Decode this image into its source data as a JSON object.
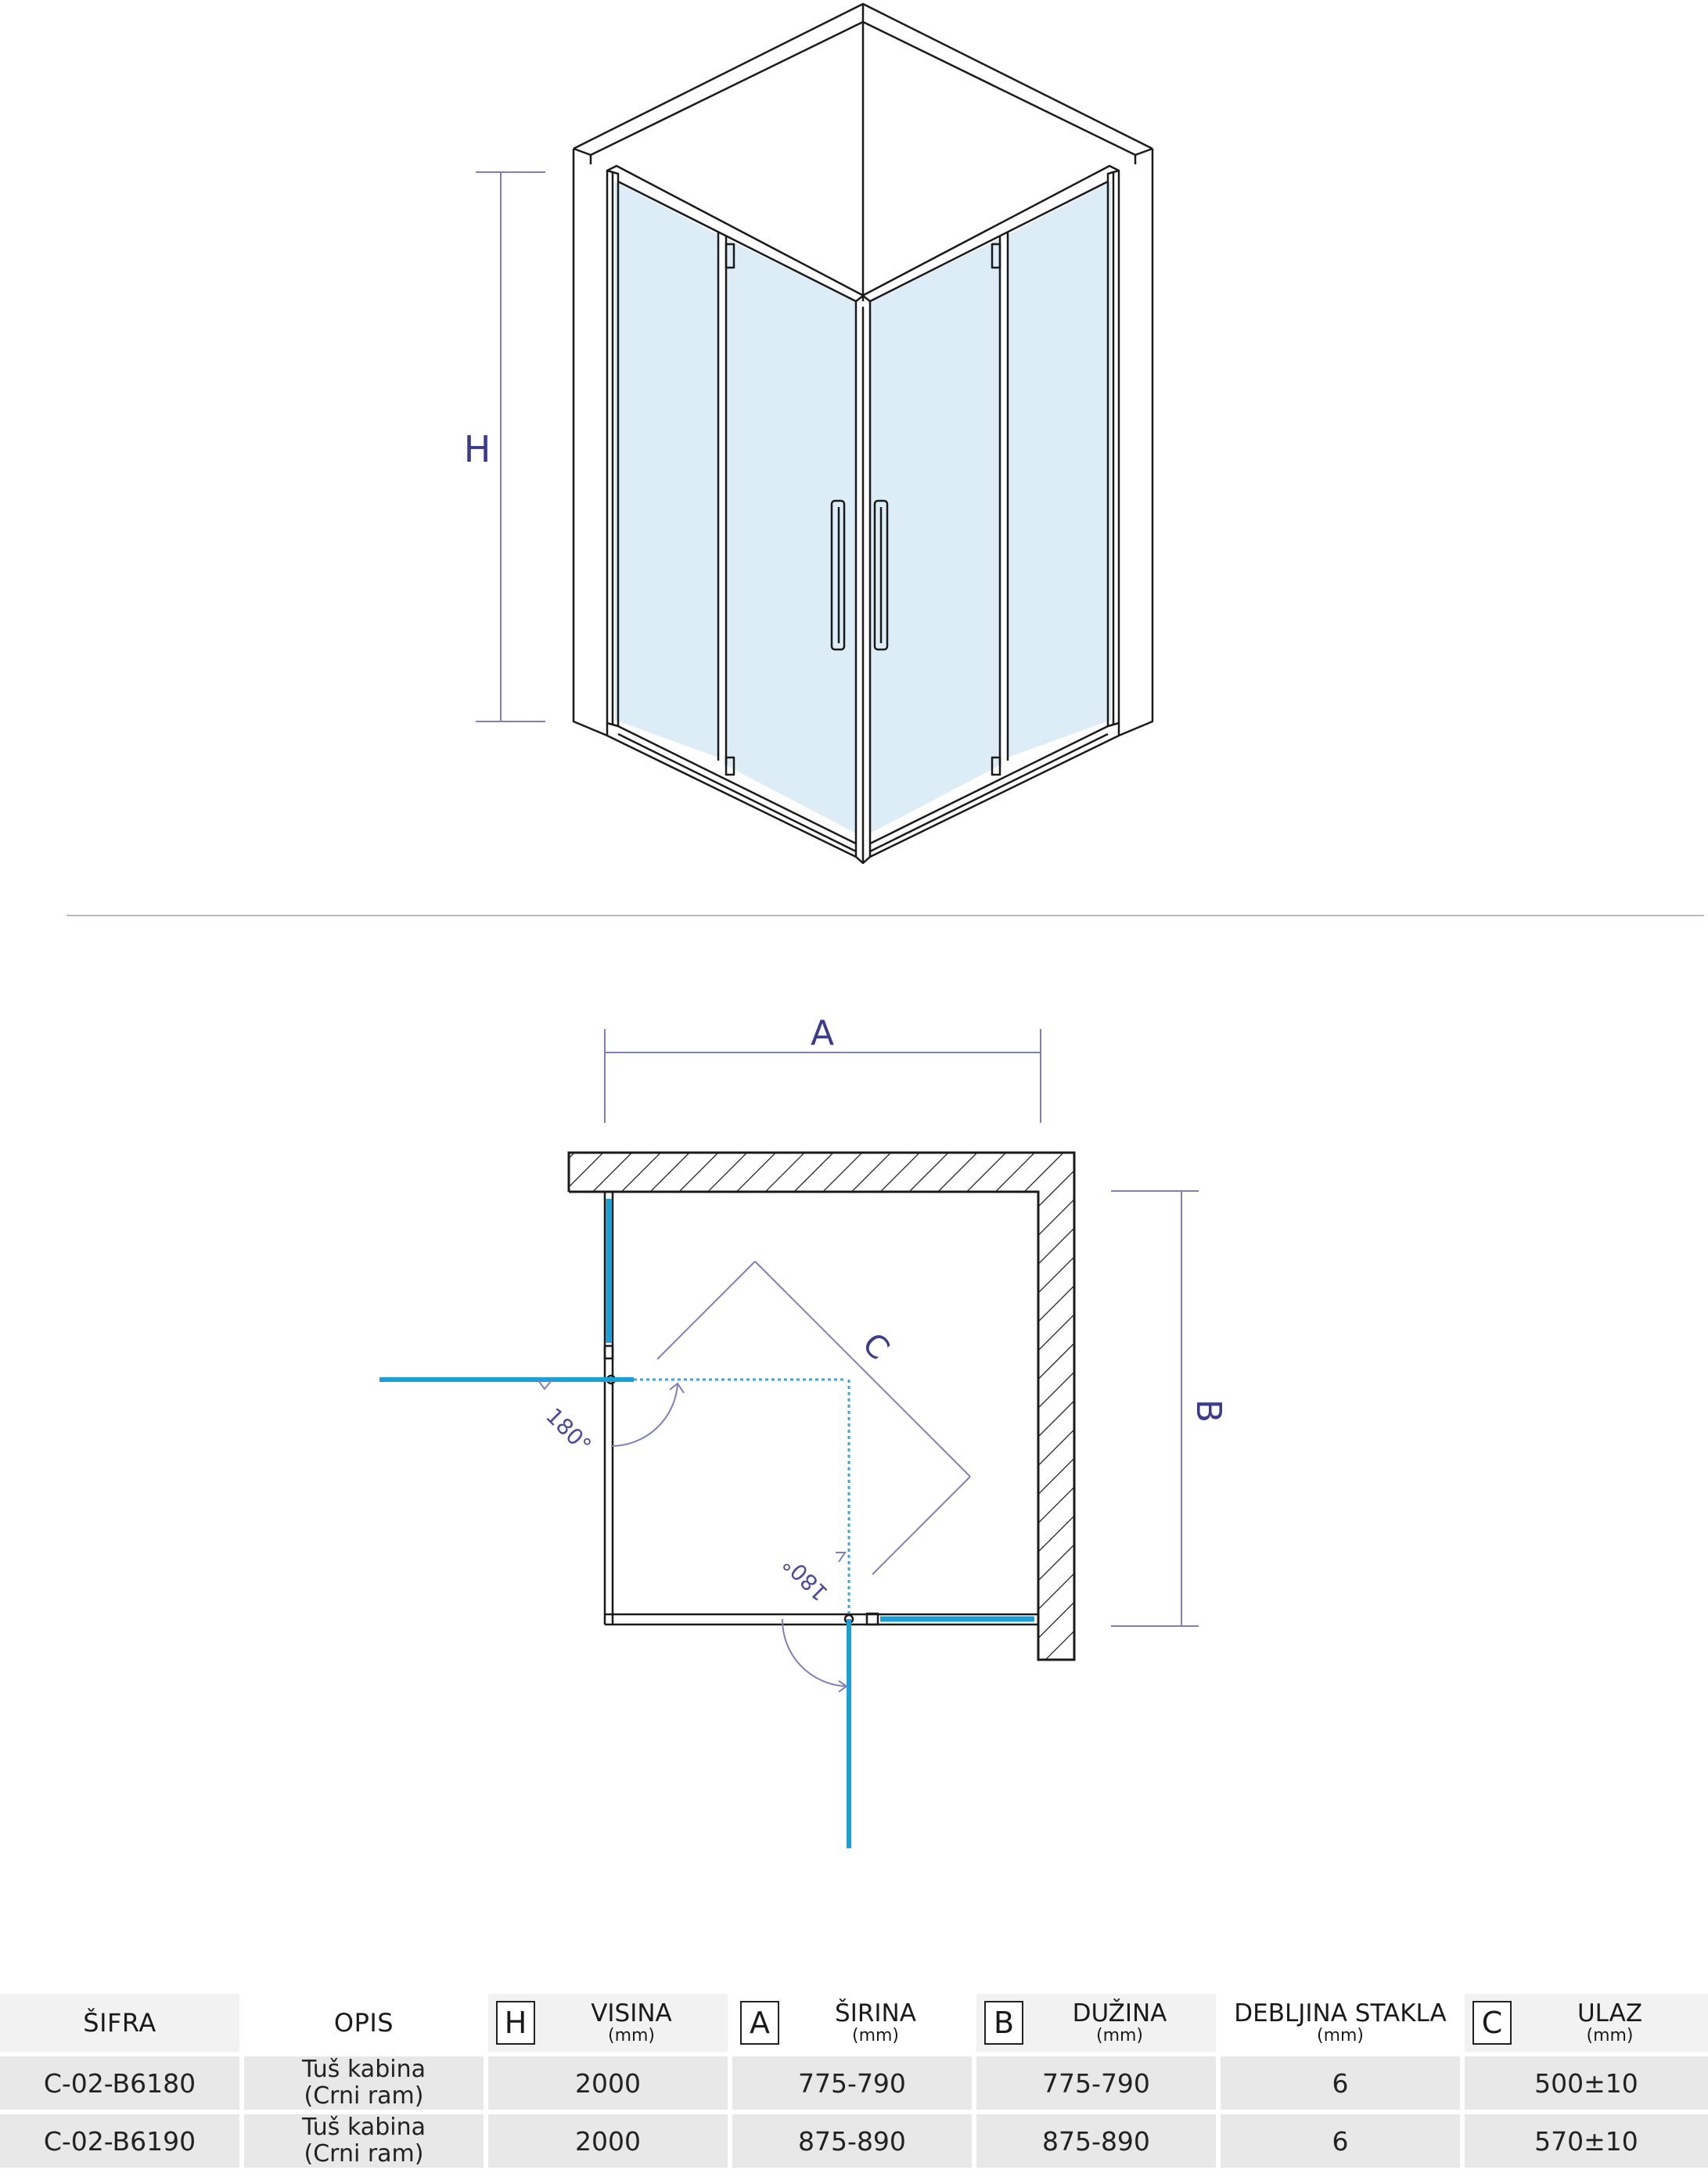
{
  "dimensions": {
    "height_label": "H",
    "width_label": "A",
    "depth_label": "B",
    "entry_label": "C",
    "angle_label_1": "180°",
    "angle_label_2": "180°"
  },
  "table": {
    "headers": [
      {
        "main": "ŠIFRA",
        "unit": "",
        "letter": ""
      },
      {
        "main": "OPIS",
        "unit": "",
        "letter": ""
      },
      {
        "main": "VISINA",
        "unit": "(mm)",
        "letter": "H"
      },
      {
        "main": "ŠIRINA",
        "unit": "(mm)",
        "letter": "A"
      },
      {
        "main": "DUŽINA",
        "unit": "(mm)",
        "letter": "B"
      },
      {
        "main": "DEBLJINA STAKLA",
        "unit": "(mm)",
        "letter": ""
      },
      {
        "main": "ULAZ",
        "unit": "(mm)",
        "letter": "C"
      }
    ],
    "rows": [
      {
        "sifra": "C-02-B6180",
        "opis_1": "Tuš kabina",
        "opis_2": "(Crni ram)",
        "visina": "2000",
        "sirina": "775-790",
        "duzina": "775-790",
        "debljina": "6",
        "ulaz": "500±10"
      },
      {
        "sifra": "C-02-B6190",
        "opis_1": "Tuš kabina",
        "opis_2": "(Crni ram)",
        "visina": "2000",
        "sirina": "875-890",
        "duzina": "875-890",
        "debljina": "6",
        "ulaz": "570±10"
      }
    ]
  },
  "colors": {
    "glass": "#dcedf7",
    "door_swing": "#1aa0d8",
    "dimension": "#8080b8",
    "frame": "#1a1a1a"
  }
}
